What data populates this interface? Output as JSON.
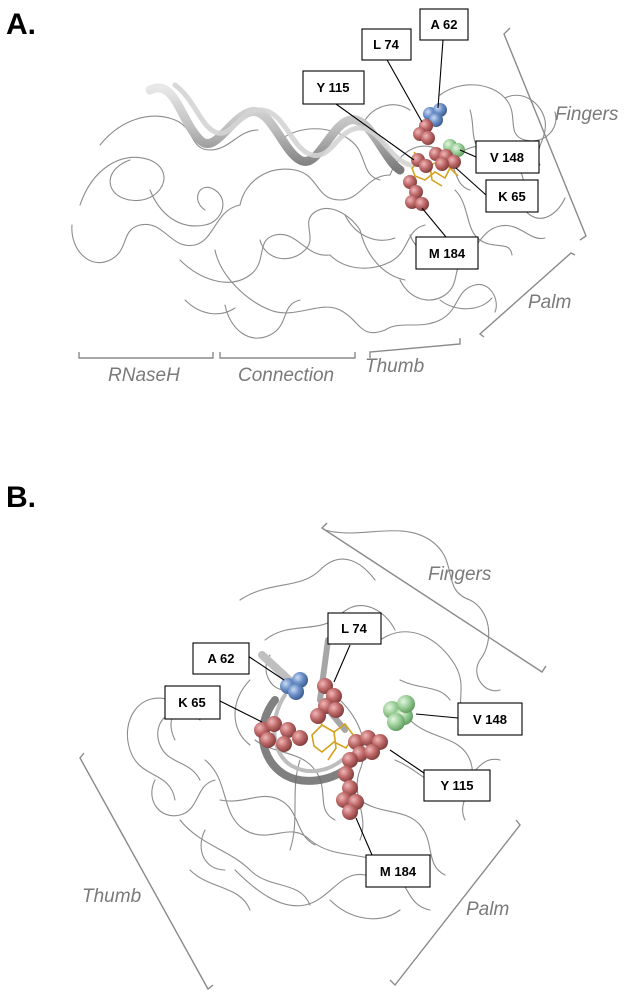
{
  "panels": [
    {
      "letter": "A.",
      "residues": [
        {
          "label": "A 62",
          "color": "#6b8fc7"
        },
        {
          "label": "L 74",
          "color": "#c06a6a"
        },
        {
          "label": "Y 115",
          "color": "#c06a6a"
        },
        {
          "label": "V 148",
          "color": "#9ccf9a"
        },
        {
          "label": "K 65",
          "color": "#c06a6a"
        },
        {
          "label": "M 184",
          "color": "#c06a6a"
        }
      ],
      "domains": [
        "Fingers",
        "Palm",
        "Thumb",
        "Connection",
        "RNaseH"
      ]
    },
    {
      "letter": "B.",
      "residues": [
        {
          "label": "A 62",
          "color": "#6b8fc7"
        },
        {
          "label": "L 74",
          "color": "#c06a6a"
        },
        {
          "label": "K 65",
          "color": "#c06a6a"
        },
        {
          "label": "V 148",
          "color": "#9ccf9a"
        },
        {
          "label": "Y 115",
          "color": "#c06a6a"
        },
        {
          "label": "M 184",
          "color": "#c06a6a"
        }
      ],
      "domains": [
        "Fingers",
        "Thumb",
        "Palm"
      ]
    }
  ],
  "colors": {
    "ribbon": "#8c8c8c",
    "ligand": "#d6a21e",
    "red_residue": "#c06a6a",
    "blue_residue": "#6b8fc7",
    "green_residue": "#9ccf9a"
  }
}
